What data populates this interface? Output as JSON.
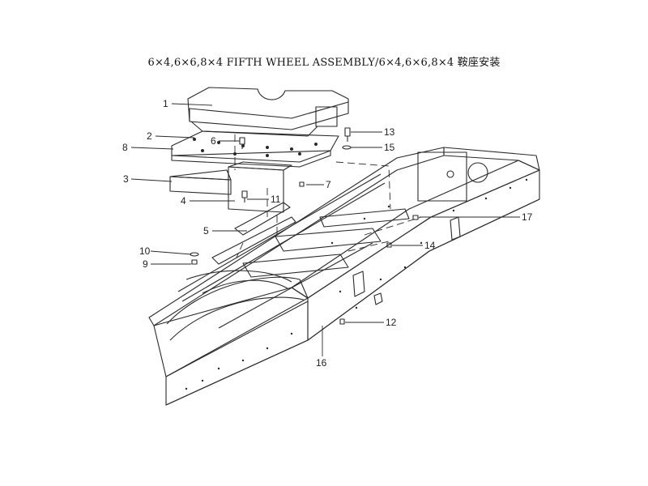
{
  "title": "6×4,6×6,8×4 FIFTH WHEEL ASSEMBLY/6×4,6×6,8×4 鞍座安装",
  "callouts": [
    {
      "id": "1",
      "label": "1"
    },
    {
      "id": "2",
      "label": "2"
    },
    {
      "id": "3",
      "label": "3"
    },
    {
      "id": "4",
      "label": "4"
    },
    {
      "id": "5",
      "label": "5"
    },
    {
      "id": "6",
      "label": "6"
    },
    {
      "id": "7",
      "label": "7"
    },
    {
      "id": "8",
      "label": "8"
    },
    {
      "id": "9",
      "label": "9"
    },
    {
      "id": "10",
      "label": "10"
    },
    {
      "id": "11",
      "label": "11"
    },
    {
      "id": "12",
      "label": "12"
    },
    {
      "id": "13",
      "label": "13"
    },
    {
      "id": "14",
      "label": "14"
    },
    {
      "id": "15",
      "label": "15"
    },
    {
      "id": "16",
      "label": "16"
    },
    {
      "id": "17",
      "label": "17"
    }
  ],
  "colors": {
    "line": "#2a2a2a",
    "paper": "#ffffff"
  }
}
